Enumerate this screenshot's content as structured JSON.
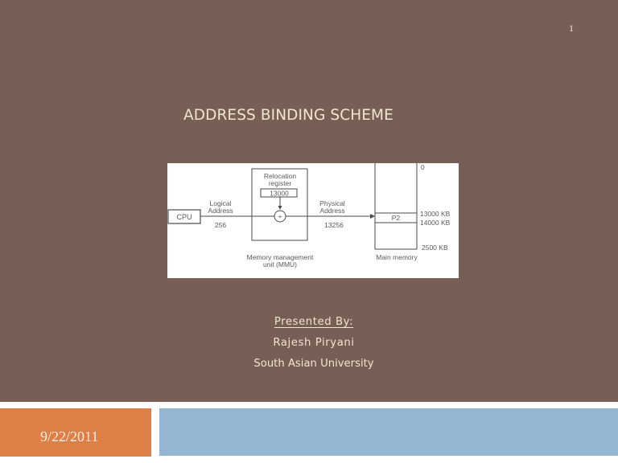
{
  "slide": {
    "number": "1",
    "title": "ADDRESS BINDING SCHEME",
    "background_color": "#775F55",
    "title_color": "#F2E4D2"
  },
  "diagram": {
    "cpu_label": "CPU",
    "logical_address_label_line1": "Logical",
    "logical_address_label_line2": "Address",
    "logical_address_value": "256",
    "relocation_register_label_line1": "Relocation",
    "relocation_register_label_line2": "register",
    "relocation_register_value": "13000",
    "adder_symbol": "+",
    "physical_address_label_line1": "Physical",
    "physical_address_label_line2": "Address",
    "physical_address_value": "13256",
    "mmu_label_line1": "Memory management",
    "mmu_label_line2": "unit (MMU)",
    "memory_block_label": "P2",
    "memory_marks": [
      "0",
      "13000 KB",
      "14000 KB",
      "2500 KB"
    ],
    "main_memory_label": "Main memory"
  },
  "presenter": {
    "heading": "Presented By:",
    "name": "Rajesh Piryani",
    "institution": "South Asian University"
  },
  "footer": {
    "date": "9/22/2011",
    "date_bg_color": "#DD8047",
    "bar_color": "#94B6D2"
  }
}
